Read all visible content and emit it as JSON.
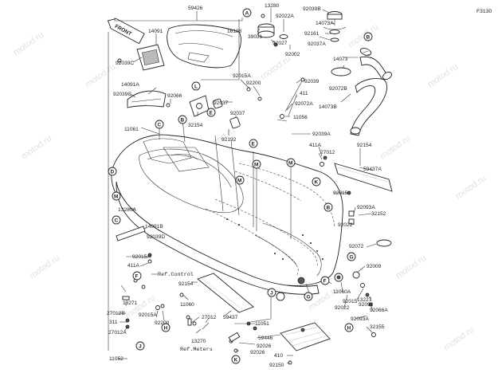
{
  "diagram_code": "F3130",
  "front_label": "FRONT",
  "watermark": "motod.ru",
  "refs": {
    "control": "Ref.Control",
    "meters": "Ref.Meters"
  },
  "callouts": {
    "a": "A",
    "b": "B",
    "c": "C",
    "d": "D",
    "e": "E",
    "f": "F",
    "g": "G",
    "h": "H",
    "j": "J",
    "k": "K",
    "l": "L",
    "m": "M"
  },
  "parts": {
    "p59426": "59426",
    "p14091": "14091",
    "p16188": "16188",
    "p92039c_1": "92039C",
    "p14091a": "14091A",
    "p92039c_2": "92039C",
    "p92066": "92066",
    "p11061": "11061",
    "p13280": "13280",
    "p92022a": "92022A",
    "p39031": "39031",
    "p92027": "92027",
    "p92002": "92002",
    "p92039b": "92039B",
    "p14073a_1": "14073A",
    "p92161": "92161",
    "p92037a": "92037A",
    "p14073": "14073",
    "p92072b": "92072B",
    "p14073b": "14073B",
    "p92015a_1": "92015A",
    "p92200_1": "92200",
    "p92037_1": "92037",
    "p92037_2": "92037",
    "p32154": "32154",
    "p92192": "92192",
    "p92039": "92039",
    "p411_1": "411",
    "p92072a": "92072A",
    "p11056": "11056",
    "p92039a": "92039A",
    "p411a_1": "411A",
    "p27012": "27012",
    "p92154_1": "92154",
    "p59437a": "59437A",
    "p92015_1": "92015",
    "p92093a": "92093A",
    "p32152": "32152",
    "p92022_1": "92022",
    "p92072": "92072",
    "p13280a": "13280A",
    "p14091b": "14091B",
    "p92039d": "92039D",
    "p92015a_2": "92015A",
    "p411a_2": "411A",
    "p92154_2": "92154",
    "p13271": "13271",
    "p27012b": "27012B",
    "p311": "311",
    "p27012a": "27012A",
    "p92015a_3": "92015A",
    "p92200_2": "92200",
    "p11060": "11060",
    "p59437": "59437",
    "p27012_2": "27012",
    "p13270": "13270",
    "p11052": "11052",
    "p11051": "11051",
    "p59446": "59446",
    "p92026_1": "92026",
    "p92026_2": "92026",
    "p410": "410",
    "p92150": "92150",
    "p92009": "92009",
    "p11060a": "11060A",
    "p13227": "13227",
    "p92015_2": "92015",
    "p92022_2": "92022",
    "p92093": "92093",
    "p92066a": "92066A",
    "p92093a_2": "92093A",
    "p32155": "32155"
  }
}
